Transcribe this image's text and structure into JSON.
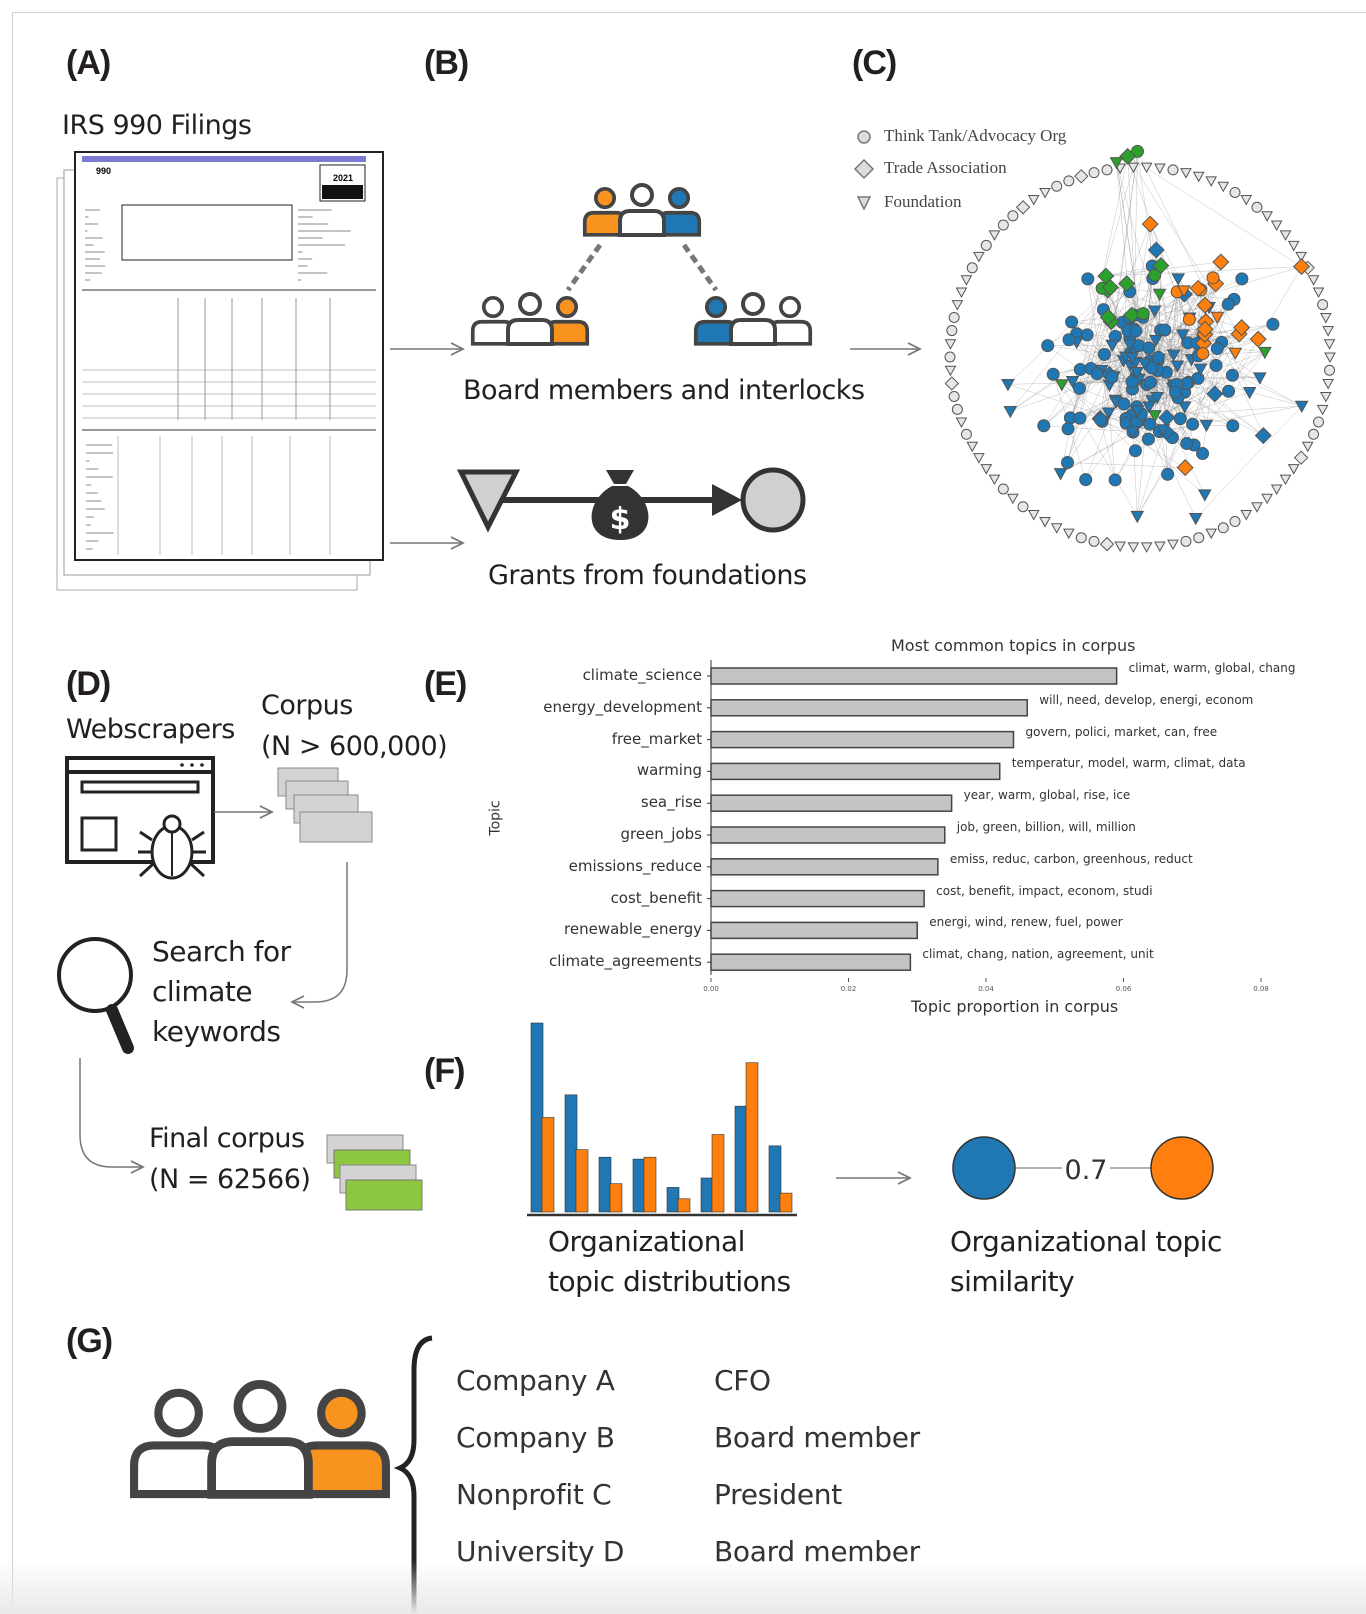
{
  "panels": {
    "a": "(A)",
    "b": "(B)",
    "c": "(C)",
    "d": "(D)",
    "e": "(E)",
    "f": "(F)",
    "g": "(G)"
  },
  "panel_a": {
    "title": "IRS 990 Filings",
    "form_number": "990",
    "form_year": "2021"
  },
  "panel_b": {
    "interlocks_caption": "Board members and interlocks",
    "grants_caption": "Grants from foundations",
    "money_symbol": "$"
  },
  "panel_c": {
    "legend": [
      {
        "shape": "circle",
        "label": "Think Tank/Advocacy Org"
      },
      {
        "shape": "diamond",
        "label": "Trade Association"
      },
      {
        "shape": "triangle-down",
        "label": "Foundation"
      }
    ],
    "colors": {
      "blue": "#1f77b4",
      "orange": "#ff7f0e",
      "green": "#2ca02c",
      "gray": "#d9d9d9"
    }
  },
  "panel_d": {
    "webscrapers": "Webscrapers",
    "corpus_label": "Corpus",
    "corpus_size": "(N > 600,000)",
    "search_lines": [
      "Search for",
      "climate",
      "keywords"
    ],
    "final_label": "Final corpus",
    "final_size": "(N = 62566)"
  },
  "chart_data": [
    {
      "type": "bar",
      "orientation": "horizontal",
      "title": "Most common topics in corpus",
      "xlabel": "Topic proportion in corpus",
      "ylabel": "Topic",
      "xlim": [
        0,
        0.08
      ],
      "xticks": [
        "0.00",
        "0.02",
        "0.04",
        "0.06",
        "0.08"
      ],
      "categories": [
        "climate_science",
        "energy_development",
        "free_market",
        "warming",
        "sea_rise",
        "green_jobs",
        "emissions_reduce",
        "cost_benefit",
        "renewable_energy",
        "climate_agreements"
      ],
      "values": [
        0.059,
        0.046,
        0.044,
        0.042,
        0.035,
        0.034,
        0.033,
        0.031,
        0.03,
        0.029
      ],
      "annotations": [
        "climat, warm, global, chang",
        "will, need, develop, energi, econom",
        "govern, polici, market, can, free",
        "temperatur, model, warm, climat, data",
        "year, warm, global, rise, ice",
        "job, green, billion, will, million",
        "emiss, reduc, carbon, greenhous, reduct",
        "cost, benefit, impact, econom, studi",
        "energi, wind, renew, fuel, power",
        "climat, chang, nation, agreement, unit"
      ]
    },
    {
      "type": "bar",
      "title": "",
      "series": [
        {
          "name": "org-blue",
          "color": "#1f77b4",
          "values": [
            1.0,
            0.62,
            0.29,
            0.28,
            0.13,
            0.18,
            0.56,
            0.35
          ]
        },
        {
          "name": "org-orange",
          "color": "#ff7f0e",
          "values": [
            0.5,
            0.33,
            0.15,
            0.29,
            0.07,
            0.41,
            0.79,
            0.1
          ]
        }
      ],
      "caption_lines": [
        "Organizational",
        "topic distributions"
      ]
    }
  ],
  "panel_f": {
    "similarity": "0.7",
    "similarity_caption_lines": [
      "Organizational topic",
      "similarity"
    ]
  },
  "panel_g": {
    "rows": [
      {
        "org": "Company A",
        "role": "CFO"
      },
      {
        "org": "Company B",
        "role": "Board member"
      },
      {
        "org": "Nonprofit C",
        "role": "President"
      },
      {
        "org": "University D",
        "role": "Board member"
      }
    ]
  }
}
